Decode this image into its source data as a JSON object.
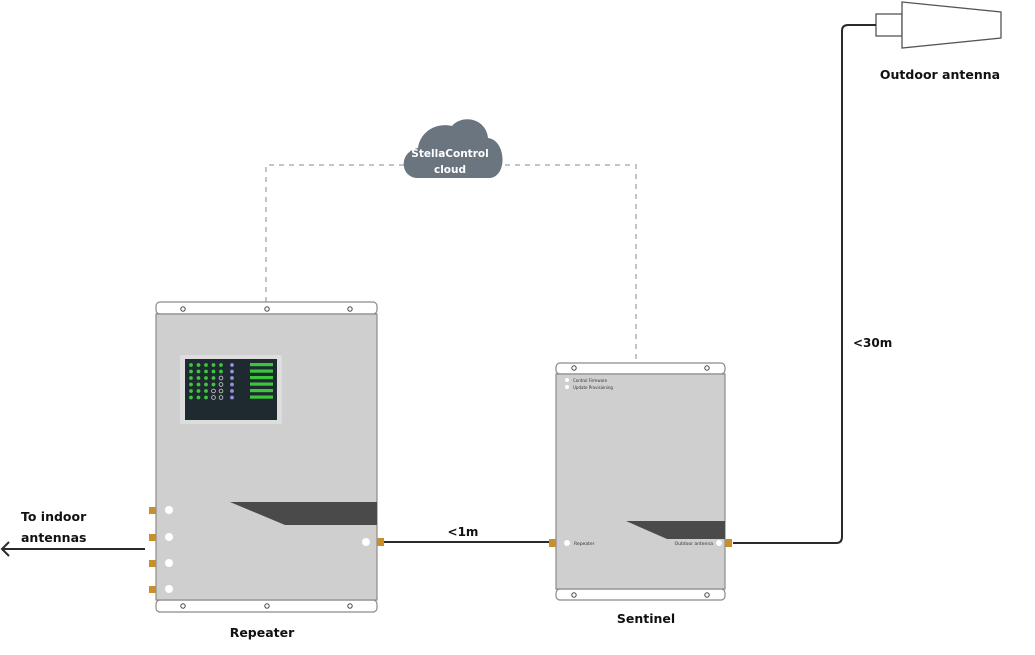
{
  "labels": {
    "outdoor_antenna": "Outdoor antenna",
    "cloud_line1": "StellaControl",
    "cloud_line2": "cloud",
    "distance_outdoor": "<30m",
    "distance_link": "<1m",
    "indoor_line1": "To indoor",
    "indoor_line2": "antennas",
    "repeater": "Repeater",
    "sentinel": "Sentinel"
  },
  "sentinel_panel": {
    "status_1": "Control Firmware",
    "status_2": "Update Provisioning",
    "port_repeater": "Repeater",
    "port_outdoor": "Outdoor antenna"
  },
  "colors": {
    "device_body": "#cfcfcf",
    "device_edge": "#8a8a8a",
    "cloud": "#6b7580",
    "display_bg": "#1e2a2f",
    "led_green": "#3cc63c",
    "led_purple": "#9a8fe0",
    "connector": "#c8902a",
    "cable": "#2a2a2a",
    "dashed_link": "#c4c4c4"
  }
}
